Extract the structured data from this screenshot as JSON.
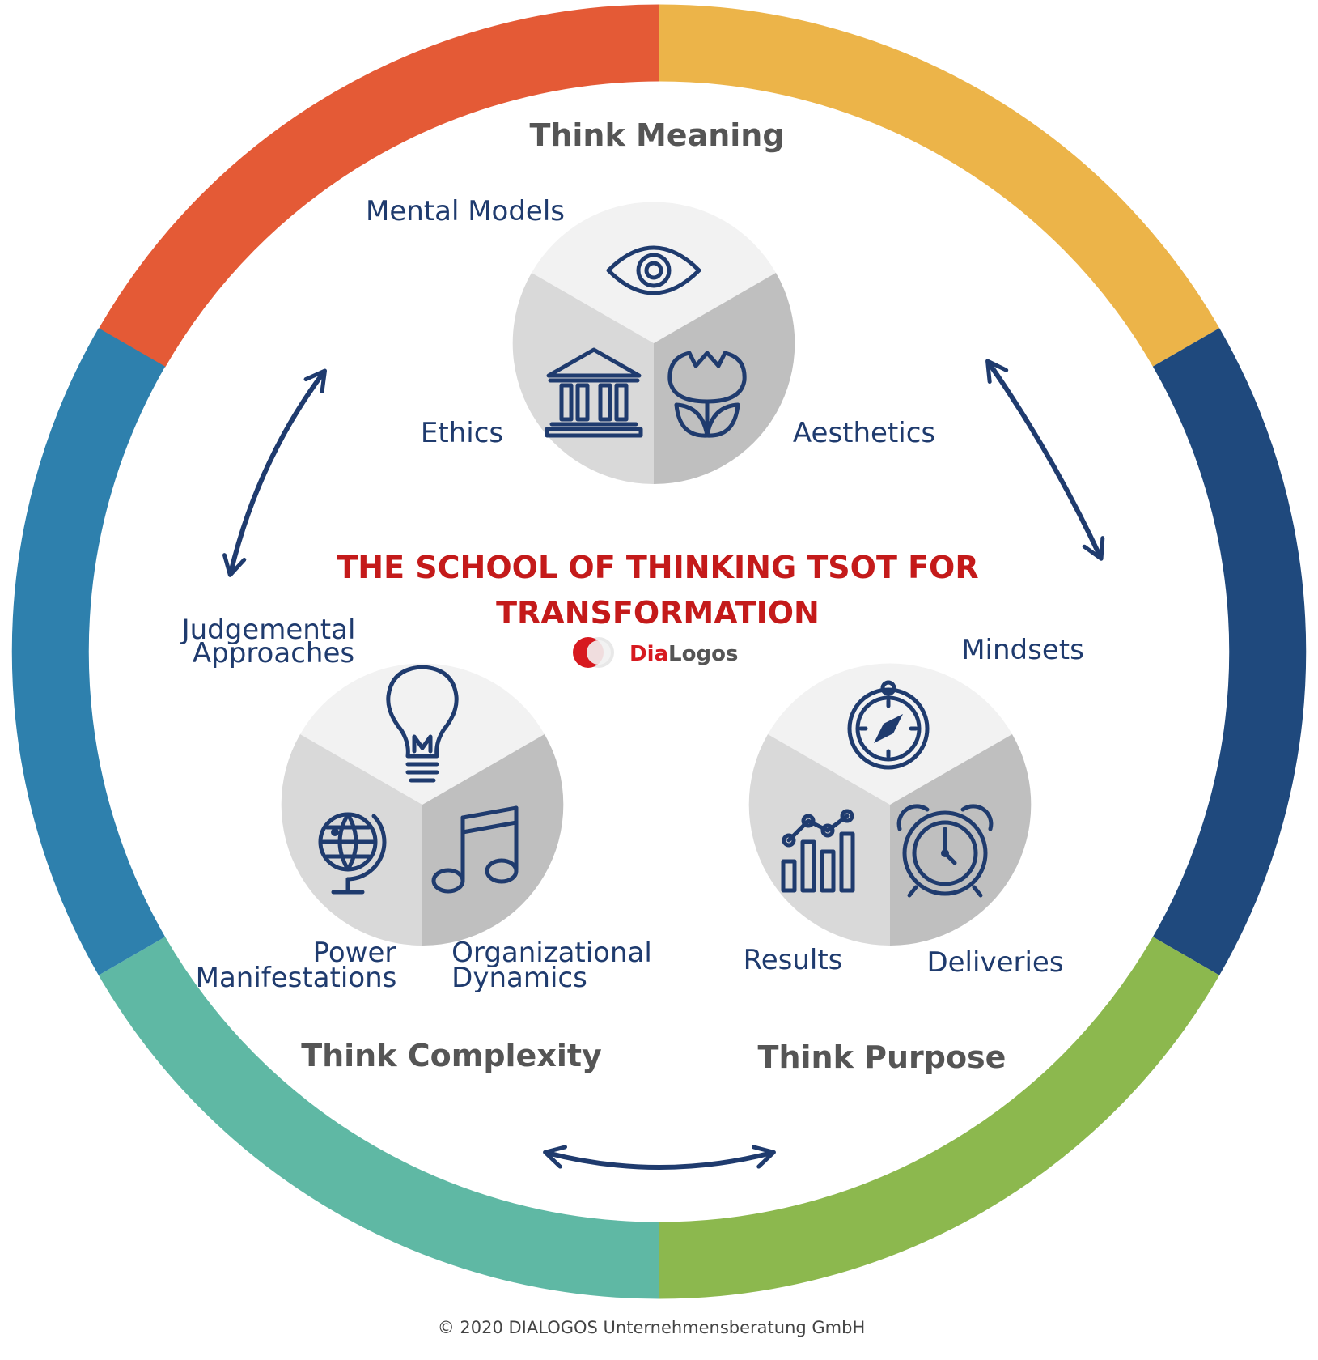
{
  "ring": {
    "colors": [
      "#e45a36",
      "#ecb449",
      "#1f497d",
      "#8cb84e",
      "#5fb8a4",
      "#2e80ad"
    ]
  },
  "title": {
    "line1": "THE SCHOOL OF THINKING TSOT FOR",
    "line2": "TRANSFORMATION",
    "color": "#c41a1a"
  },
  "logo": {
    "part1": "Dia",
    "part2": "Logos",
    "red": "#d7191f",
    "gray": "#555555"
  },
  "clusters": {
    "meaning": {
      "heading": "Think Meaning",
      "top_label": "Mental Models",
      "left_label": "Ethics",
      "right_label": "Aesthetics",
      "icons": [
        "eye-icon",
        "temple-icon",
        "tulip-icon"
      ]
    },
    "complexity": {
      "heading": "Think Complexity",
      "top_label_line1": "Judgemental",
      "top_label_line2": "Approaches",
      "left_label_line1": "Power",
      "left_label_line2": "Manifestations",
      "right_label_line1": "Organizational",
      "right_label_line2": "Dynamics",
      "icons": [
        "lightbulb-icon",
        "globe-icon",
        "music-note-icon"
      ]
    },
    "purpose": {
      "heading": "Think Purpose",
      "top_label": "Mindsets",
      "left_label": "Results",
      "right_label": "Deliveries",
      "icons": [
        "compass-icon",
        "bar-chart-icon",
        "alarm-clock-icon"
      ]
    }
  },
  "arrow_color": "#1f3b6e",
  "copyright": "© 2020 DIALOGOS Unternehmensberatung GmbH"
}
